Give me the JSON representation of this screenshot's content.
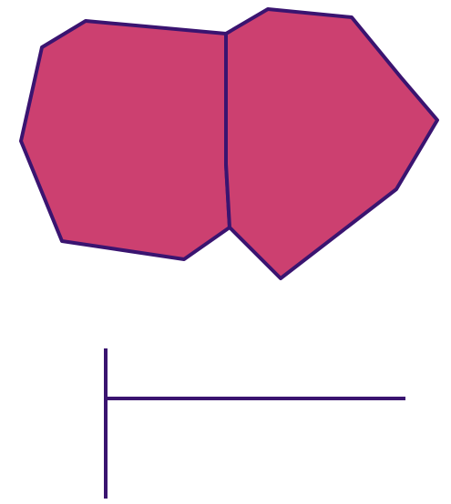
{
  "figure": {
    "colors": {
      "background": "#ffffff",
      "fill": "#cc4070",
      "stroke": "#3a1470"
    },
    "shapes": [
      {
        "name": "left-polygon",
        "type": "polygon"
      },
      {
        "name": "right-polygon",
        "type": "polygon"
      },
      {
        "name": "vertical-line",
        "type": "line"
      },
      {
        "name": "horizontal-line",
        "type": "line"
      }
    ]
  }
}
